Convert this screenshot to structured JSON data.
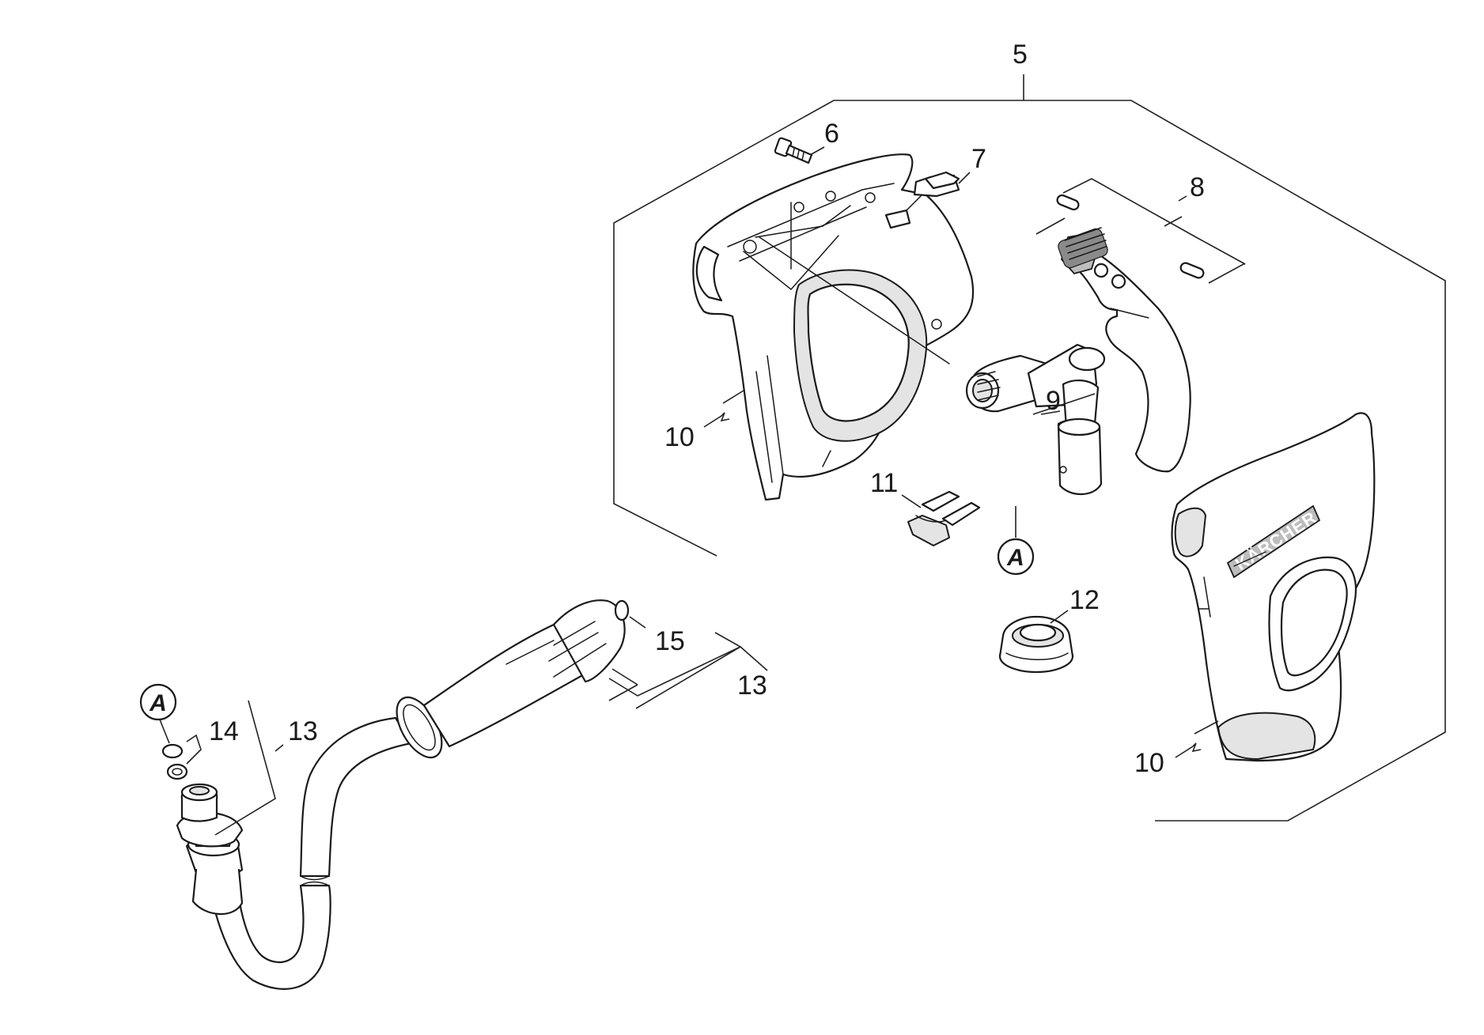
{
  "diagram": {
    "callouts": {
      "c5": "5",
      "c6": "6",
      "c7": "7",
      "c8": "8",
      "c9": "9",
      "c10_left": "10",
      "c10_right": "10",
      "c11": "11",
      "c12": "12",
      "c13_upper": "13",
      "c13_lower": "13",
      "c14": "14",
      "c15": "15"
    },
    "references": {
      "ref_gun": "A",
      "ref_hose": "A"
    },
    "brand_logo": "KÄRCHER"
  }
}
